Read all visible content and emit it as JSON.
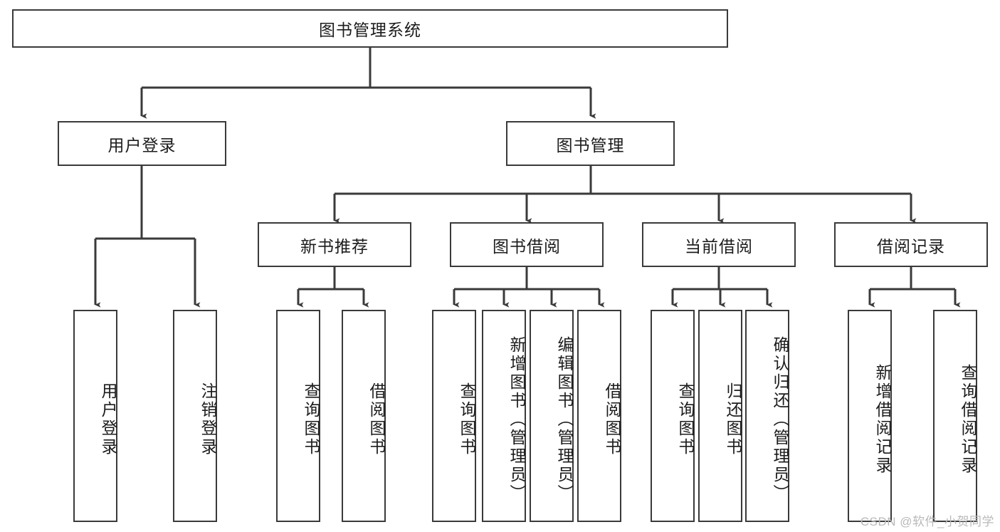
{
  "diagram": {
    "title": "图书管理系统",
    "type": "hierarchy-tree",
    "colors": {
      "box_border": "#3a3a3a",
      "box_fill": "#ffffff",
      "connector": "#3a3a3a",
      "text": "#1c1c1c",
      "watermark": "#b9b9b9"
    },
    "root": {
      "label": "图书管理系统"
    },
    "level2": [
      {
        "label": "用户登录"
      },
      {
        "label": "图书管理"
      }
    ],
    "level3": [
      {
        "label": "新书推荐"
      },
      {
        "label": "图书借阅"
      },
      {
        "label": "当前借阅"
      },
      {
        "label": "借阅记录"
      }
    ],
    "leaves": {
      "user_login": [
        {
          "label": "用户登录"
        },
        {
          "label": "注销登录"
        }
      ],
      "new_book": [
        {
          "label": "查询图书"
        },
        {
          "label": "借阅图书"
        }
      ],
      "book_borrow": [
        {
          "label": "查询图书"
        },
        {
          "label": "新增图书（管理员）"
        },
        {
          "label": "编辑图书（管理员）"
        },
        {
          "label": "借阅图书"
        }
      ],
      "current_borrow": [
        {
          "label": "查询图书"
        },
        {
          "label": "归还图书"
        },
        {
          "label": "确认归还（管理员）"
        }
      ],
      "borrow_record": [
        {
          "label": "新增借阅记录"
        },
        {
          "label": "查询借阅记录"
        }
      ]
    },
    "watermark": "CSDN @软件_小贺同学"
  }
}
